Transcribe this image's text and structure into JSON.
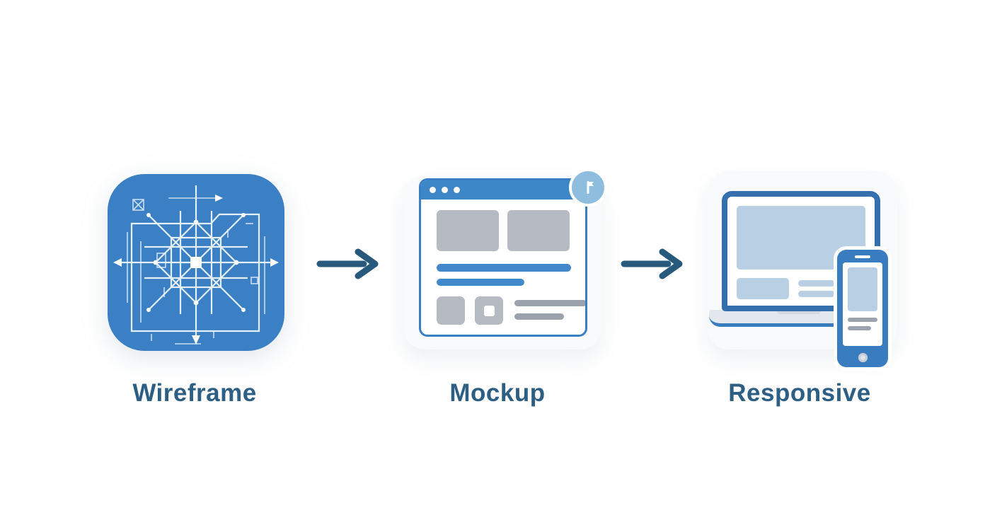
{
  "diagram_title": "design-process-flow",
  "steps": [
    {
      "label": "Wireframe",
      "icon": "blueprint-wireframe-icon"
    },
    {
      "label": "Mockup",
      "icon": "browser-mockup-icon"
    },
    {
      "label": "Responsive",
      "icon": "responsive-devices-icon"
    }
  ],
  "arrows": [
    {
      "name": "arrow-right-1",
      "direction": "right"
    },
    {
      "name": "arrow-right-2",
      "direction": "right"
    }
  ],
  "badge": {
    "icon": "flag-icon"
  },
  "browser_chrome": {
    "window_dots": 3
  },
  "colors": {
    "background": "#ffffff",
    "primary_blue": "#3b80c4",
    "titlebar_blue": "#3d87c9",
    "bar_blue": "#4189ca",
    "light_blue": "#b9cfe4",
    "badge_blue": "#8fbdde",
    "gray_block": "#b6bbc3",
    "gray_bar": "#9ba2ac",
    "laptop_base_gray": "#e3e8ee",
    "card_bg": "#f8fafb",
    "label_text": "#2d5f85",
    "arrow": "#27597c"
  }
}
